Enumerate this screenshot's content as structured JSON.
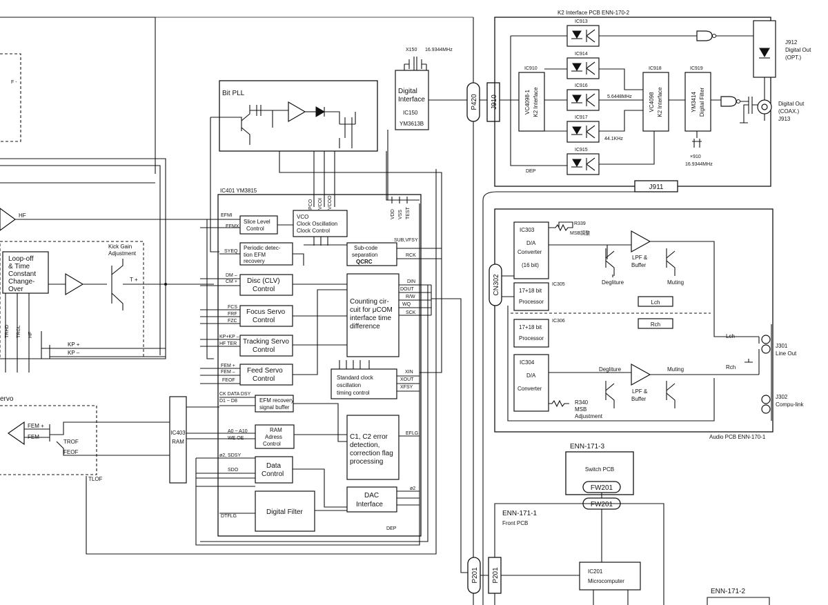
{
  "pcb": {
    "k2_interface": "K2 Interface PCB ENN-170-2",
    "audio": "Audio PCB ENN-170-1",
    "switch_title": "ENN-171-3",
    "switch_label": "Switch PCB",
    "front_title": "ENN-171-1",
    "front_label": "Front PCB",
    "enn1712": "ENN-171-2"
  },
  "left": {
    "f_label": "F -",
    "hf": "HF",
    "kick_gain_1": "Kick Gain",
    "kick_gain_2": "Adjustment",
    "loopoff_1": "Loop-off",
    "loopoff_2": "& Time",
    "loopoff_3": "Constant",
    "loopoff_4": "Change-",
    "loopoff_5": "Over",
    "tplus": "T +",
    "trhd": "TRHD",
    "trgl": "TRGL",
    "hf_v": "HF",
    "kp_plus": "KP +",
    "kp_minus": "KP –",
    "servo": "ervo",
    "fem_plus": "FEM +",
    "fem_minus": "FEM –",
    "trof": "TROF",
    "feof": "FEOF",
    "tlof": "TLOF"
  },
  "bitpll": {
    "title": "Bit PLL"
  },
  "ic401": {
    "title": "IC401   YM3815",
    "vco_1": "VCO",
    "vco_2": "Clock Oscillation",
    "vco_3": "Clock Control",
    "pco": "PCO",
    "vcoi": "VCOI",
    "vcoo": "VCOO",
    "vdd": "VDD",
    "vss": "VSS",
    "test": "TEST",
    "slice_1": "Slice Level",
    "slice_2": "Control",
    "efmi": "EFMI",
    "efmx": "EFMX",
    "periodic_1": "Periodic detec-",
    "periodic_2": "tion EFM",
    "periodic_3": "recovery",
    "syeq": "SYEQ",
    "subcode_1": "Sub-code",
    "subcode_2": "separation",
    "subcode_3": "QCRC",
    "sub_vfsy": "SUB,VFSY",
    "rck": "RCK",
    "disc_1": "Disc (CLV)",
    "disc_2": "Control",
    "dm_minus": "DM –",
    "cm_plus": "CM +",
    "counting_1": "Counting cir-",
    "counting_2": "cuit for μCOM",
    "counting_3": "interface time",
    "counting_4": "difference",
    "din": "DIN",
    "dout": "DOUT",
    "rw": "R/W",
    "wq": "WQ",
    "sck": "SCK",
    "focus_1": "Focus Servo",
    "focus_2": "Control",
    "fcs": "FCS",
    "frf": "FRF",
    "fzc": "FZC",
    "tracking_1": "Tracking Servo",
    "tracking_2": "Control",
    "kp_pm": "KP+KP –",
    "hf_ter": "HF  TER",
    "feed_1": "Feed Servo",
    "feed_2": "Control",
    "fem_p": "FEM +",
    "fem_m": "FEM –",
    "feof": "FEOF",
    "clock_1": "Standard clock",
    "clock_2": "oscillation",
    "clock_3": "timing control",
    "xin": "XIN",
    "xout": "XOUT",
    "xfsy": "XFSY",
    "ck_data": "CK DATA DSY",
    "d1d8": "D1 ~ D8",
    "efmrec_1": "EFM recovery",
    "efmrec_2": "signal buffer",
    "ram_1": "RAM",
    "ram_2": "Adress",
    "ram_3": "Control",
    "a0a10": "A0 ~ A10",
    "we_oe": "WE   OE",
    "c1c2_1": "C1, C2 error",
    "c1c2_2": "detection,",
    "c1c2_3": "correction flag",
    "c1c2_4": "processing",
    "eflg": "EFLG",
    "data_1": "Data",
    "data_2": "Control",
    "sdsy": "ø2, SDSY",
    "sdo": "SDO",
    "dac_1": "DAC",
    "dac_2": "Interface",
    "phi2": "ø2",
    "dfilter": "Digital Filter",
    "dtflg": "DTFLG",
    "dep": "DEP"
  },
  "ic403": {
    "ref": "IC403",
    "label": "RAM"
  },
  "ic150": {
    "xtal_ref": "X150",
    "xtal_freq": "16.9344MHz",
    "line_1": "Digital",
    "line_2": "Interface",
    "ref": "IC150",
    "part": "YM3613B"
  },
  "connectors": {
    "p420": "P420",
    "j910": "J910",
    "j911": "J911",
    "cn302": "CN302",
    "p201_a": "P201",
    "p201_b": "P201",
    "fw201_a": "FW201",
    "fw201_b": "FW201"
  },
  "k2": {
    "ic910": "IC910",
    "ic910_part": "VC4098-1",
    "ic910_func": "K2 Interface",
    "ic913": "IC913",
    "ic914": "IC914",
    "ic916": "IC916",
    "ic917": "IC917",
    "ic915": "IC915",
    "ic918": "IC918",
    "ic918_part": "VC4098",
    "ic918_func": "K2 Interface",
    "ic919": "IC919",
    "ic919_part": "YM3414",
    "ic919_func": "Digital Filter",
    "f1": "5.6448MHz",
    "f2": "44.1KHz",
    "dep": "DEP",
    "x910": "×910",
    "x910_freq": "16.9344MHz",
    "j912_1": "J912",
    "j912_2": "Digital Out",
    "j912_3": "(OPT.)",
    "coax_1": "Digital Out",
    "coax_2": "(COAX.)",
    "coax_3": "J913"
  },
  "audio": {
    "ic303": "IC303",
    "da_1": "D/A",
    "da_2": "Converter",
    "da_3": "(16 bit)",
    "r339": "R339",
    "msb_adj": "MSB調整",
    "lpf_1": "LPF &",
    "lpf_2": "Buffer",
    "degliture_1": "Degliture",
    "muting_1": "Muting",
    "proc1_1": "17+18 bit",
    "proc1_2": "Processor",
    "ic305": "IC305",
    "lch_box": "Lch",
    "rch_box": "Rch",
    "proc2_1": "17+18 bit",
    "proc2_2": "Processor",
    "ic306": "IC306",
    "ic304": "IC304",
    "da2_1": "D/A",
    "da2_2": "Converter",
    "degliture_2": "Degliture",
    "muting_2": "Muting",
    "lpf2_1": "LPF &",
    "lpf2_2": "Buffer",
    "r340": "R340",
    "msb": "MSB",
    "adjustment": "Adjustment",
    "lch": "Lch",
    "rch": "Rch",
    "j301_1": "J301",
    "j301_2": "Line Out",
    "j302_1": "J302",
    "j302_2": "Compu-link"
  },
  "front": {
    "ic201": "IC201",
    "micro": "Microcomputer"
  }
}
